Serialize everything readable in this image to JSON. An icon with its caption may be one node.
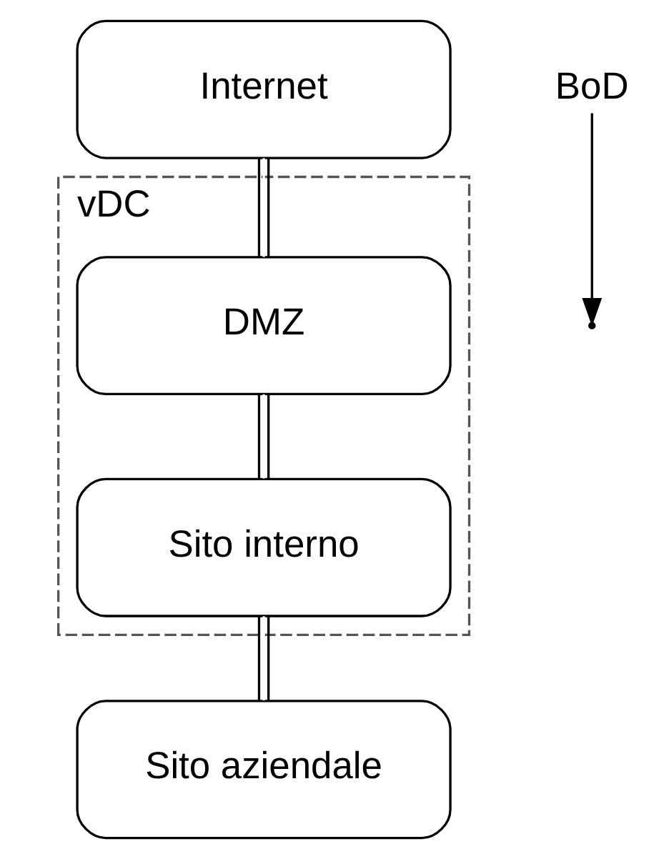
{
  "diagram": {
    "nodes": [
      {
        "text": [
          "Internet"
        ]
      },
      {
        "text": [
          "vDC"
        ]
      },
      {
        "text": [
          "DMZ"
        ],
        "in": 1
      },
      {
        "text": [
          "Sito interno"
        ],
        "in": 1
      },
      {
        "text": [
          "Sito aziendale"
        ]
      },
      {
        "text": [
          "BoD"
        ]
      }
    ],
    "edges": [
      {
        "from": 0,
        "to": 2,
        "arrow": "none"
      },
      {
        "from": 2,
        "to": 3,
        "arrow": "none"
      },
      {
        "from": 3,
        "to": 4,
        "arrow": "none"
      },
      {
        "from": 5,
        "to": null,
        "arrow": "to"
      }
    ]
  }
}
